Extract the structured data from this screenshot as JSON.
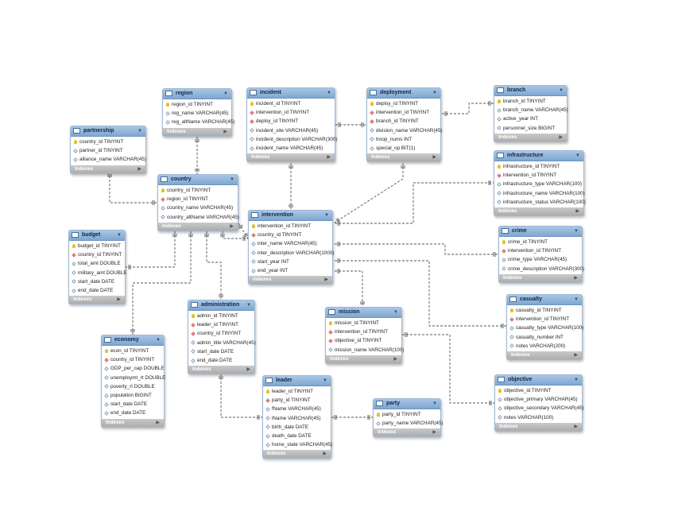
{
  "footer_label": "Indexes",
  "colors": {
    "header": "#8fb3da",
    "footer": "#b8b8b8",
    "pk": "#e8c21c",
    "fk": "#e07a7a",
    "line": "#555555"
  },
  "tables": {
    "region": {
      "name": "region",
      "columns": [
        {
          "text": "region_id TINYINT",
          "icon": "pk"
        },
        {
          "text": "reg_name VARCHAR(45)",
          "icon": "col"
        },
        {
          "text": "reg_altName VARCHAR(45)",
          "icon": "col"
        }
      ]
    },
    "incident": {
      "name": "incident",
      "columns": [
        {
          "text": "incident_id TINYINT",
          "icon": "pk"
        },
        {
          "text": "intervention_id TINYINT",
          "icon": "fk"
        },
        {
          "text": "deploy_id TINYINT",
          "icon": "fk"
        },
        {
          "text": "incident_site VARCHAR(45)",
          "icon": "col"
        },
        {
          "text": "incident_description VARCHAR(300)",
          "icon": "col"
        },
        {
          "text": "incident_name VARCHAR(45)",
          "icon": "col"
        }
      ]
    },
    "deployment": {
      "name": "deployment",
      "columns": [
        {
          "text": "deploy_id TINYINT",
          "icon": "pk"
        },
        {
          "text": "intervention_id TINYINT",
          "icon": "fk"
        },
        {
          "text": "branch_id TINYINT",
          "icon": "fk"
        },
        {
          "text": "division_name VARCHAR(45)",
          "icon": "col"
        },
        {
          "text": "troop_nums INT",
          "icon": "col"
        },
        {
          "text": "special_op BIT(1)",
          "icon": "col"
        }
      ]
    },
    "branch": {
      "name": "branch",
      "columns": [
        {
          "text": "branch_id TINYINT",
          "icon": "pk"
        },
        {
          "text": "branch_name VARCHAR(45)",
          "icon": "col"
        },
        {
          "text": "active_year INT",
          "icon": "col"
        },
        {
          "text": "personnel_size BIGINT",
          "icon": "col"
        }
      ]
    },
    "partnership": {
      "name": "partnership",
      "columns": [
        {
          "text": "country_id TINYINT",
          "icon": "pk"
        },
        {
          "text": "partner_id TINYINT",
          "icon": "col"
        },
        {
          "text": "alliance_name VARCHAR(45)",
          "icon": "col"
        }
      ]
    },
    "country": {
      "name": "country",
      "columns": [
        {
          "text": "country_id TINYINT",
          "icon": "pk"
        },
        {
          "text": "region_id TINYINT",
          "icon": "fk"
        },
        {
          "text": "country_name VARCHAR(45)",
          "icon": "col"
        },
        {
          "text": "country_altName VARCHAR(45)",
          "icon": "col"
        }
      ]
    },
    "infrastructure": {
      "name": "infrastructure",
      "columns": [
        {
          "text": "infrastructure_id TINYINT",
          "icon": "pk"
        },
        {
          "text": "intervention_id TINYINT",
          "icon": "fk"
        },
        {
          "text": "infrastructure_type VARCHAR(100)",
          "icon": "col"
        },
        {
          "text": "infrastructure_name VARCHAR(100)",
          "icon": "col"
        },
        {
          "text": "infrastructure_status VARCHAR(100)",
          "icon": "col"
        }
      ]
    },
    "intervention": {
      "name": "intervention",
      "columns": [
        {
          "text": "intervention_id TINYINT",
          "icon": "pk"
        },
        {
          "text": "country_id TINYINT",
          "icon": "fk"
        },
        {
          "text": "inter_name VARCHAR(45)",
          "icon": "col"
        },
        {
          "text": "inter_description VARCHAR(1000)",
          "icon": "col"
        },
        {
          "text": "start_year INT",
          "icon": "col"
        },
        {
          "text": "end_year INT",
          "icon": "col"
        }
      ]
    },
    "budget": {
      "name": "budget",
      "columns": [
        {
          "text": "budget_id TINYINT",
          "icon": "pk"
        },
        {
          "text": "country_id TINYINT",
          "icon": "fk"
        },
        {
          "text": "total_amt DOUBLE",
          "icon": "col"
        },
        {
          "text": "military_amt DOUBLE",
          "icon": "col"
        },
        {
          "text": "start_date DATE",
          "icon": "col"
        },
        {
          "text": "end_date DATE",
          "icon": "col"
        }
      ]
    },
    "crime": {
      "name": "crime",
      "columns": [
        {
          "text": "crime_id TINYINT",
          "icon": "pk"
        },
        {
          "text": "intervention_id TINYINT",
          "icon": "fk"
        },
        {
          "text": "crime_type VARCHAR(45)",
          "icon": "col"
        },
        {
          "text": "crime_description VARCHAR(300)",
          "icon": "col"
        }
      ]
    },
    "administration": {
      "name": "administration",
      "columns": [
        {
          "text": "admin_id TINYINT",
          "icon": "pk"
        },
        {
          "text": "leader_id TINYINT",
          "icon": "fk"
        },
        {
          "text": "country_id TINYINT",
          "icon": "fk"
        },
        {
          "text": "admin_title VARCHAR(45)",
          "icon": "col"
        },
        {
          "text": "start_date DATE",
          "icon": "col"
        },
        {
          "text": "end_date DATE",
          "icon": "col"
        }
      ]
    },
    "mission": {
      "name": "mission",
      "columns": [
        {
          "text": "mission_id TINYINT",
          "icon": "pk"
        },
        {
          "text": "intervention_id TINYINT",
          "icon": "fk"
        },
        {
          "text": "objective_id TINYINT",
          "icon": "fk"
        },
        {
          "text": "mission_name VARCHAR(100)",
          "icon": "col"
        }
      ]
    },
    "casualty": {
      "name": "casualty",
      "columns": [
        {
          "text": "casualty_id TINYINT",
          "icon": "pk"
        },
        {
          "text": "intervention_id TINYINT",
          "icon": "fk"
        },
        {
          "text": "casualty_type VARCHAR(100)",
          "icon": "col"
        },
        {
          "text": "casualty_number INT",
          "icon": "col"
        },
        {
          "text": "notes VARCHAR(200)",
          "icon": "col"
        }
      ]
    },
    "economy": {
      "name": "economy",
      "columns": [
        {
          "text": "econ_id TINYINT",
          "icon": "pk"
        },
        {
          "text": "country_id TINYINT",
          "icon": "fk"
        },
        {
          "text": "GDP_per_cap DOUBLE",
          "icon": "col"
        },
        {
          "text": "unemploymt_rt DOUBLE",
          "icon": "col"
        },
        {
          "text": "poverty_rt DOUBLE",
          "icon": "col"
        },
        {
          "text": "population BIGINT",
          "icon": "col"
        },
        {
          "text": "start_date DATE",
          "icon": "col"
        },
        {
          "text": "end_date DATE",
          "icon": "col"
        }
      ]
    },
    "leader": {
      "name": "leader",
      "columns": [
        {
          "text": "leader_id TINYINT",
          "icon": "pk"
        },
        {
          "text": "party_id TINYINT",
          "icon": "fk"
        },
        {
          "text": "fName VARCHAR(45)",
          "icon": "col"
        },
        {
          "text": "lName VARCHAR(45)",
          "icon": "col"
        },
        {
          "text": "birth_date DATE",
          "icon": "col"
        },
        {
          "text": "death_date DATE",
          "icon": "col"
        },
        {
          "text": "home_state VARCHAR(45)",
          "icon": "col"
        }
      ]
    },
    "party": {
      "name": "party",
      "columns": [
        {
          "text": "party_id TINYINT",
          "icon": "pk"
        },
        {
          "text": "party_name VARCHAR(45)",
          "icon": "col"
        }
      ]
    },
    "objective": {
      "name": "objective",
      "columns": [
        {
          "text": "objective_id TINYINT",
          "icon": "pk"
        },
        {
          "text": "objective_primary VARCHAR(45)",
          "icon": "col"
        },
        {
          "text": "objective_secondary VARCHAR(45)",
          "icon": "col"
        },
        {
          "text": "notes VARCHAR(100)",
          "icon": "col"
        }
      ]
    }
  }
}
